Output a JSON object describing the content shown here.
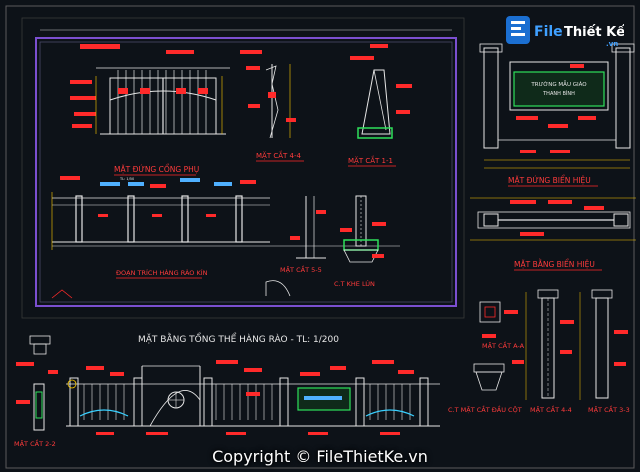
{
  "logo": {
    "brand": "File",
    "name": "Thiết Kế",
    "tld": ".vn"
  },
  "watermark": "Copyright © FileThietKe.vn",
  "labels": {
    "mat_dung_cong_phu": "MẶT ĐỨNG CỔNG PHỤ",
    "mat_cat_44": "MẶT CẮT 4-4",
    "mat_cat_11": "MẶT CẮT 1-1",
    "mat_dung_bien_hieu": "MẶT ĐỨNG BIỂN HIỆU",
    "mat_bang_bien_hieu": "MẶT BẰNG BIỂN HIỆU",
    "doan_trich": "ĐOẠN TRÍCH HÀNG RÀO KÍN",
    "mat_cat_55": "MẶT CẮT 5-5",
    "ct_khe_lun": "C.T KHE LÚN",
    "mat_bang_tong_the": "MẶT BẰNG TỔNG THỂ HÀNG RÀO - TL: 1/200",
    "mat_cat_aa": "MẶT CẮT A-A",
    "ct_mat_cat_dau_cot": "C.T MẶT CẮT ĐẦU CỘT",
    "mat_cat_44b": "MẶT CẮT 4-4",
    "mat_cat_33": "MẶT CẮT 3-3",
    "mat_cat_22": "MẶT CẮT 2-2",
    "sign_line1": "TRƯỜNG MẪU GIÁO",
    "sign_line2": "THANH BÌNH",
    "scale_small": "TL: 1/50"
  },
  "colors": {
    "background": "#0d1218",
    "frame": "#7b4fd0",
    "lines": "#e6e6e6",
    "dims": "#ffcc00",
    "annot": "#ff2a2a",
    "accent_blue": "#4fb0ff",
    "accent_green": "#2ee05a",
    "accent_cyan": "#39d0ff"
  }
}
